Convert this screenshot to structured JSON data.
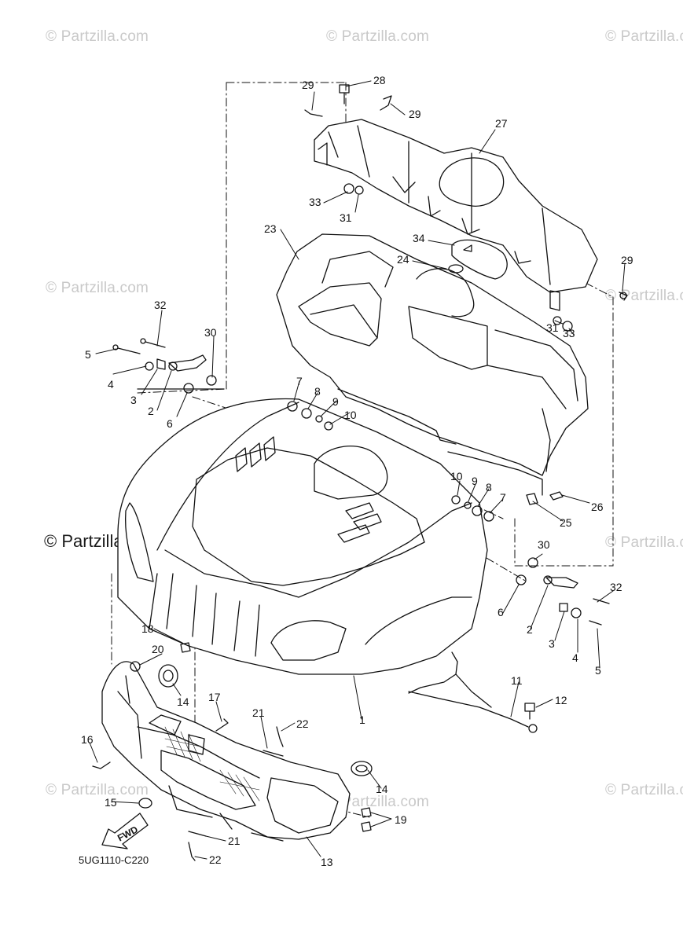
{
  "watermarks": {
    "brand": "© Partzilla.com",
    "primary": "© Partzilla.com"
  },
  "diagram": {
    "code": "5UG1110-C220",
    "fwd_label": "FWD",
    "callouts": {
      "c1": "1",
      "c2a": "2",
      "c2b": "2",
      "c3a": "3",
      "c3b": "3",
      "c4a": "4",
      "c4b": "4",
      "c5a": "5",
      "c5b": "5",
      "c6a": "6",
      "c6b": "6",
      "c7a": "7",
      "c7b": "7",
      "c8a": "8",
      "c8b": "8",
      "c9a": "9",
      "c9b": "9",
      "c10a": "10",
      "c10b": "10",
      "c11": "11",
      "c12": "12",
      "c13": "13",
      "c14a": "14",
      "c14b": "14",
      "c15": "15",
      "c16": "16",
      "c17": "17",
      "c18": "18",
      "c19": "19",
      "c20": "20",
      "c21a": "21",
      "c21b": "21",
      "c22a": "22",
      "c22b": "22",
      "c23": "23",
      "c24": "24",
      "c25": "25",
      "c26": "26",
      "c27": "27",
      "c28": "28",
      "c29a": "29",
      "c29b": "29",
      "c29c": "29",
      "c30a": "30",
      "c30b": "30",
      "c31a": "31",
      "c31b": "31",
      "c32a": "32",
      "c32b": "32",
      "c33a": "33",
      "c33b": "33",
      "c34": "34"
    }
  }
}
